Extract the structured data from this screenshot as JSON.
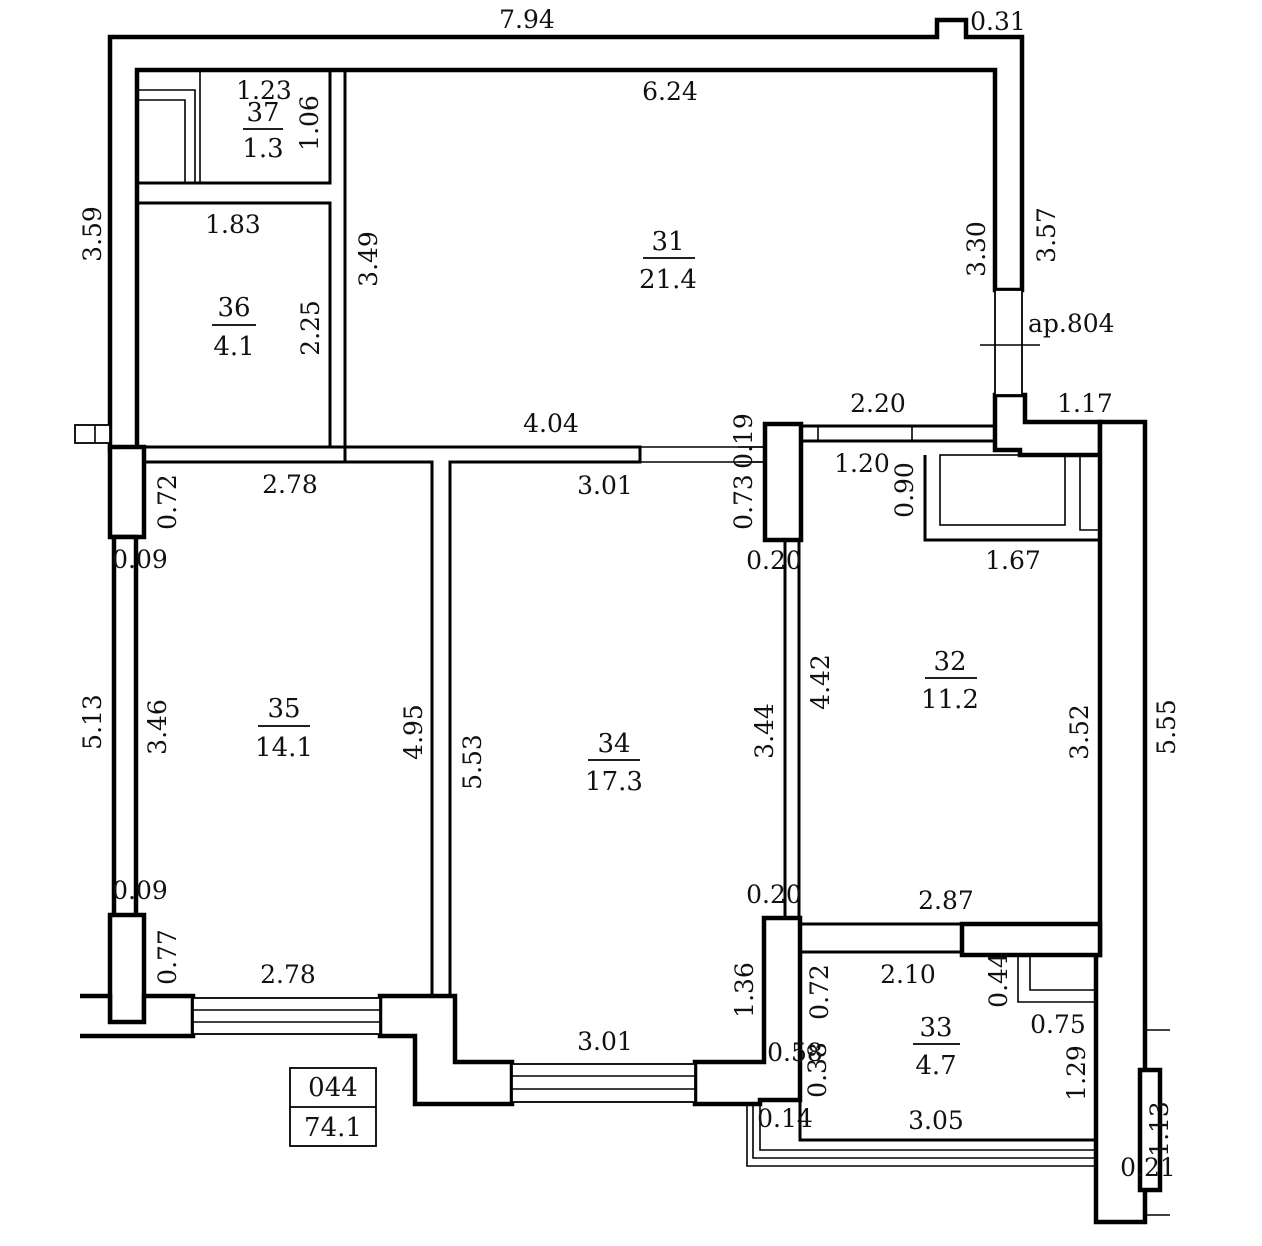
{
  "apartment": {
    "number": "044",
    "area": "74.1"
  },
  "entry_label": "ap.804",
  "rooms": [
    {
      "id": "31",
      "area": "21.4"
    },
    {
      "id": "32",
      "area": "11.2"
    },
    {
      "id": "33",
      "area": "4.7"
    },
    {
      "id": "34",
      "area": "17.3"
    },
    {
      "id": "35",
      "area": "14.1"
    },
    {
      "id": "36",
      "area": "4.1"
    },
    {
      "id": "37",
      "area": "1.3"
    }
  ],
  "dimensions": {
    "top_overall": "7.94",
    "top_step": "0.31",
    "room31_width": "6.24",
    "room37_width": "1.23",
    "room37_height": "1.06",
    "room36_width": "1.83",
    "room36_height": "2.25",
    "corridor_height": "3.49",
    "left_upper": "3.59",
    "right_upper_inner": "3.30",
    "right_upper_outer": "3.57",
    "corridor_width": "4.04",
    "hall_2_20": "2.20",
    "right_1_17": "1.17",
    "small_0_19": "0.19",
    "room35_width_top": "2.78",
    "room34_width_top": "3.01",
    "wall_0_73": "0.73",
    "niche_1_20": "1.20",
    "niche_0_90": "0.90",
    "room32_1_67": "1.67",
    "left_0_72": "0.72",
    "left_0_09_top": "0.09",
    "mid_0_20_top": "0.20",
    "left_outer_5_13": "5.13",
    "room35_height": "3.46",
    "room35_inner_4_95": "4.95",
    "room34_left_5_53": "5.53",
    "room34_right_3_44": "3.44",
    "room32_left_4_42": "4.42",
    "room32_right_3_52": "3.52",
    "right_outer_5_55": "5.55",
    "left_0_09_bottom": "0.09",
    "mid_0_20_bottom": "0.20",
    "room32_bottom_2_87": "2.87",
    "left_0_77": "0.77",
    "room35_width_bottom": "2.78",
    "room33_2_10": "2.10",
    "room33_0_72": "0.72",
    "room33_0_44": "0.44",
    "wall_1_36": "1.36",
    "room33_0_75": "0.75",
    "room34_width_bottom": "3.01",
    "balc_0_58": "0.58",
    "balc_0_38": "0.38",
    "room33_1_29": "1.29",
    "balc_0_14": "0.14",
    "room33_3_05": "3.05",
    "right_1_13": "1.13",
    "right_0_21": "0.21"
  }
}
